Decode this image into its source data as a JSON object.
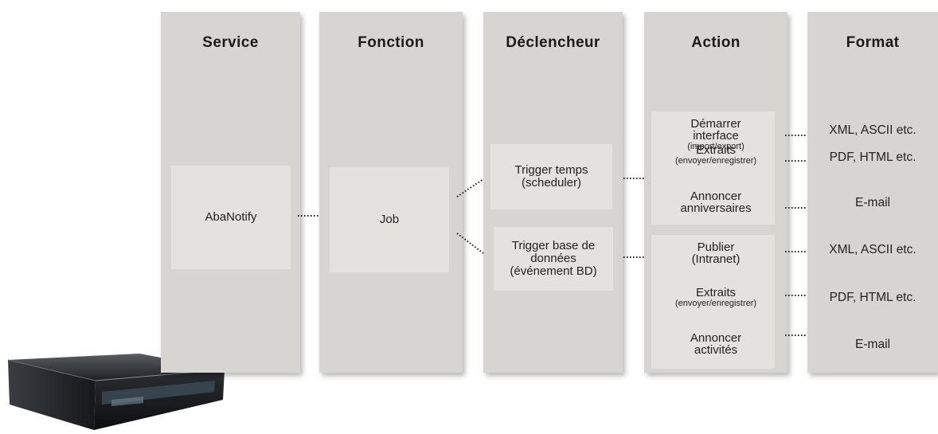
{
  "columns": {
    "service": {
      "title": "Service",
      "box": "AbaNotify"
    },
    "fonction": {
      "title": "Fonction",
      "box": "Job"
    },
    "declencheur": {
      "title": "Déclencheur",
      "trigger_time": {
        "line1": "Trigger temps",
        "line2": "(scheduler)"
      },
      "trigger_db": {
        "line1": "Trigger base de",
        "line2": "données",
        "line3": "(événement BD)"
      }
    },
    "action": {
      "title": "Action",
      "group1": [
        {
          "line1": "Démarrer",
          "line2": "interface",
          "sub": "(import/export)"
        },
        {
          "line1": "Extraits",
          "sub": "(envoyer/enregistrer)"
        },
        {
          "line1": "Annoncer",
          "line2": "anniversaires"
        }
      ],
      "group2": [
        {
          "line1": "Publier",
          "line2": "(Intranet)"
        },
        {
          "line1": "Extraits",
          "sub": "(envoyer/enregistrer)"
        },
        {
          "line1": "Annoncer",
          "line2": "activités"
        }
      ]
    },
    "format": {
      "title": "Format",
      "items": [
        "XML, ASCII etc.",
        "PDF, HTML etc.",
        "E-mail",
        "XML, ASCII etc.",
        "PDF, HTML etc.",
        "E-mail"
      ]
    }
  },
  "server_image": "server-rack-icon"
}
